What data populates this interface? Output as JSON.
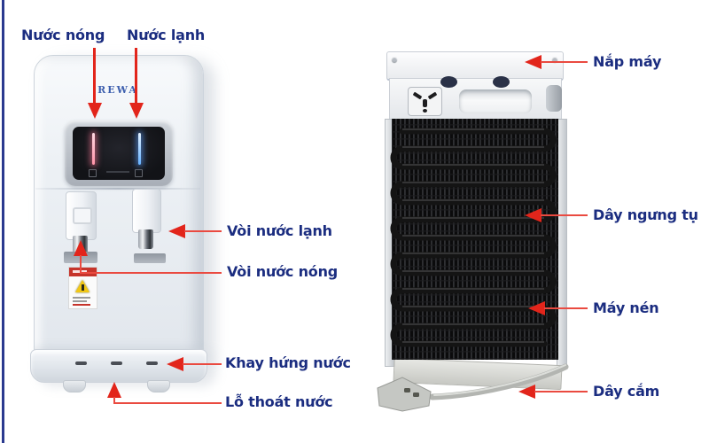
{
  "brand": {
    "logo": "REWA"
  },
  "style": {
    "label_color": "#1b2d80",
    "arrow_color": "#e2251b",
    "leader_line_color": "#ea4a40",
    "left_rule_color": "#2b3a8f",
    "hot_indicator_color": "#ff93a8",
    "cold_indicator_color": "#66b2ff"
  },
  "labels": {
    "front": [
      {
        "id": "nuoc-nong",
        "text": "Nước nóng"
      },
      {
        "id": "nuoc-lanh",
        "text": "Nước lạnh"
      },
      {
        "id": "voi-nuoc-lanh",
        "text": "Vòi nước lạnh"
      },
      {
        "id": "voi-nuoc-nong",
        "text": "Vòi nước nóng"
      },
      {
        "id": "khay-hung-nuoc",
        "text": "Khay hứng nước"
      },
      {
        "id": "lo-thoat-nuoc",
        "text": "Lỗ thoát nước"
      }
    ],
    "back": [
      {
        "id": "nap-may",
        "text": "Nắp máy"
      },
      {
        "id": "day-ngung-tu",
        "text": "Dây ngưng tụ"
      },
      {
        "id": "may-nen",
        "text": "Máy nén"
      },
      {
        "id": "day-cam",
        "text": "Dây cắm"
      }
    ]
  }
}
